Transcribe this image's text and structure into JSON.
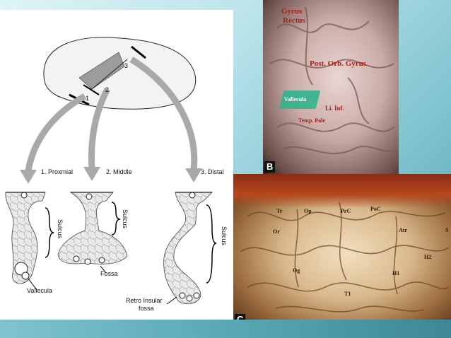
{
  "diagram": {
    "markers": [
      "1",
      "2",
      "3"
    ],
    "sections": [
      {
        "title": "1. Proxmial",
        "sulcus": "Sulcus",
        "label": "Vallecula"
      },
      {
        "title": "2. Middle",
        "sulcus": "Sulcus",
        "label": "Fossa"
      },
      {
        "title": "3. Distal",
        "sulcus": "Sulcus",
        "label_line1": "Retro Insular",
        "label_line2": "fossa"
      }
    ]
  },
  "panel_b": {
    "letter": "B",
    "labels": {
      "gyrus_rectus_1": "Gyrus",
      "gyrus_rectus_2": "Rectus",
      "post_orb_gyrus": "Post. Orb. Gyrus",
      "vallecula": "Vallecula",
      "li_inf": "Li. Inf.",
      "temp_pole": "Temp. Pole"
    }
  },
  "panel_c": {
    "letter": "C",
    "labels": {
      "tr": "Tr",
      "op": "Op",
      "prc": "PrC",
      "poc": "PoC",
      "or": "Or",
      "atr": "Atr",
      "s": "S",
      "h2": "H2",
      "og": "Og",
      "h1": "H1",
      "t1": "T1"
    }
  },
  "colors": {
    "arrow_gray": "#a9a9a9",
    "label_red": "#a8201a",
    "vallecula_green": "#28b48c"
  }
}
